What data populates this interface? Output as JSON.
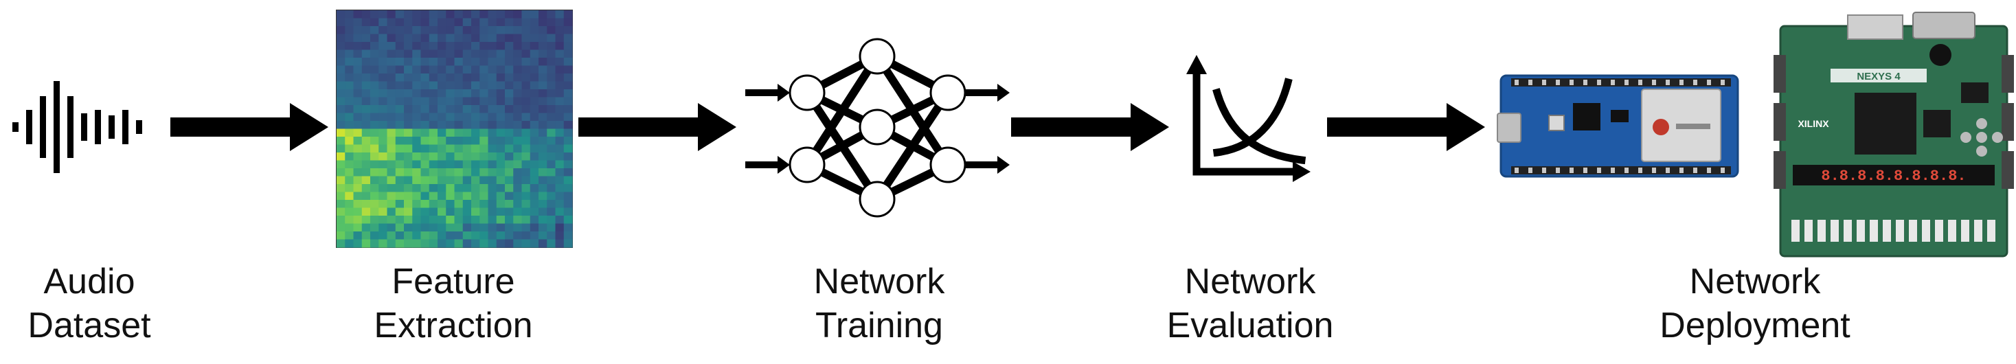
{
  "stages": [
    {
      "line1": "Audio",
      "line2": "Dataset",
      "icon": "waveform-icon"
    },
    {
      "line1": "Feature",
      "line2": "Extraction",
      "icon": "spectrogram-image"
    },
    {
      "line1": "Network",
      "line2": "Training",
      "icon": "neural-network-icon"
    },
    {
      "line1": "Network",
      "line2": "Evaluation",
      "icon": "crossing-curves-plot-icon"
    },
    {
      "line1": "Network",
      "line2": "Deployment",
      "icon": "hardware-boards-image"
    }
  ],
  "boards": {
    "fpga_brand": "XILINX",
    "fpga_name": "NEXYS 4",
    "fpga_display": "8.8.8.8.8.8.8.8."
  },
  "colors": {
    "arrow": "#000000",
    "text": "#111111",
    "spectro_low": "#3b2a6b",
    "spectro_high": "#e3e82a",
    "arduino_board": "#1f5aa6",
    "fpga_board": "#2f6f4f"
  }
}
